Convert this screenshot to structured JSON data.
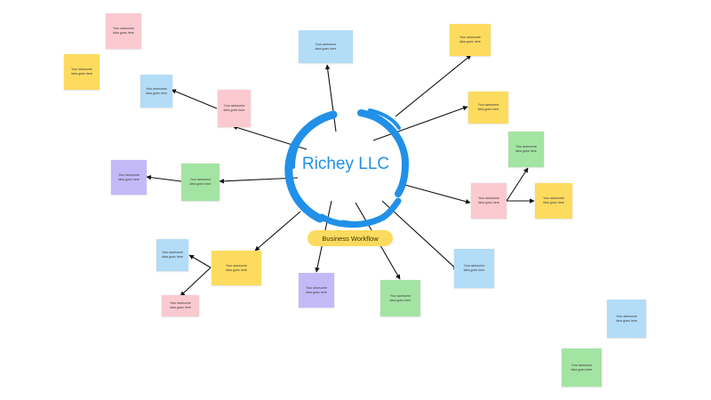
{
  "colors": {
    "blue": "#b3dcf7",
    "yellow": "#fcdb5f",
    "pink": "#fbc9d0",
    "green": "#a4e4a3",
    "purple": "#c4b9f7",
    "ring": "#2190e8",
    "pill": "#fbdb5f",
    "arrow": "#111111"
  },
  "center": {
    "title": "Richey LLC",
    "subtitle": "Business Workflow"
  },
  "note_text": "Your awesome\nidea goes here",
  "notes": [
    {
      "id": "n1",
      "color": "pink"
    },
    {
      "id": "n2",
      "color": "yellow"
    },
    {
      "id": "n3",
      "color": "blue"
    },
    {
      "id": "n4",
      "color": "yellow"
    },
    {
      "id": "n5",
      "color": "blue"
    },
    {
      "id": "n6",
      "color": "pink"
    },
    {
      "id": "n7",
      "color": "yellow"
    },
    {
      "id": "n8",
      "color": "green"
    },
    {
      "id": "n9",
      "color": "purple"
    },
    {
      "id": "n10",
      "color": "green"
    },
    {
      "id": "n11",
      "color": "pink"
    },
    {
      "id": "n12",
      "color": "yellow"
    },
    {
      "id": "n13",
      "color": "blue"
    },
    {
      "id": "n14",
      "color": "yellow"
    },
    {
      "id": "n15",
      "color": "pink"
    },
    {
      "id": "n16",
      "color": "purple"
    },
    {
      "id": "n17",
      "color": "green"
    },
    {
      "id": "n18",
      "color": "blue"
    },
    {
      "id": "n19",
      "color": "blue"
    },
    {
      "id": "n20",
      "color": "green"
    }
  ]
}
